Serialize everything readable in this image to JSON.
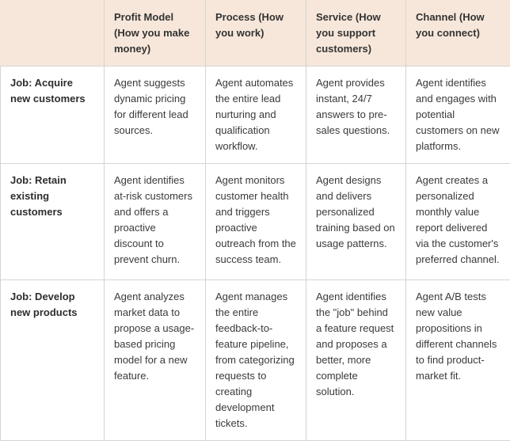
{
  "table": {
    "name": "agent-jobs-by-innovation-type-matrix",
    "header": {
      "corner_label": "",
      "columns": [
        "Profit Model (How you make money)",
        "Process (How you work)",
        "Service (How you support customers)",
        "Channel (How you connect)"
      ]
    },
    "rows": [
      {
        "label": "Job: Acquire new customers",
        "cells": [
          "Agent suggests dynamic pricing for different lead sources.",
          "Agent automates the entire lead nurturing and qualification workflow.",
          "Agent provides instant, 24/7 answers to pre-sales questions.",
          "Agent identifies and engages with potential customers on new platforms."
        ]
      },
      {
        "label": "Job: Retain existing customers",
        "cells": [
          "Agent identifies at-risk customers and offers a proactive discount to prevent churn.",
          "Agent monitors customer health and triggers proactive outreach from the success team.",
          "Agent designs and delivers personalized training based on usage patterns.",
          "Agent creates a personalized monthly value report delivered via the customer's preferred channel."
        ]
      },
      {
        "label": "Job: Develop new products",
        "cells": [
          "Agent analyzes market data to propose a usage-based pricing model for a new feature.",
          "Agent manages the entire feedback-to-feature pipeline, from categorizing requests to creating development tickets.",
          "Agent identifies the \"job\" behind a feature request and proposes a better, more complete solution.",
          "Agent A/B tests new value propositions in different channels to find product-market fit."
        ]
      }
    ],
    "colors": {
      "header_background": "#f7e7da",
      "cell_border": "#d4d4d4",
      "body_background": "#ffffff",
      "text": "#333333"
    }
  }
}
